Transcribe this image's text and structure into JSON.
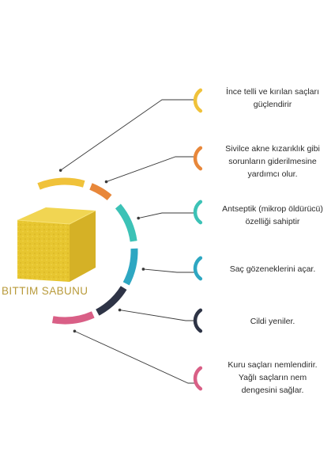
{
  "product": {
    "name": "BITTIM SABUNU",
    "soap_color": "#e7c630",
    "label_color": "#b89a3a"
  },
  "benefits": [
    {
      "text": "İnce telli ve kırılan saçları\ngüçlendirir",
      "color": "#f0c23a"
    },
    {
      "text": "Sivilce akne kızarıklık gibi\nsorunların giderilmesine\nyardımcı olur.",
      "color": "#e8873a"
    },
    {
      "text": "Antseptik (mikrop öldürücü)\nözelliği sahiptir",
      "color": "#3cc2b6"
    },
    {
      "text": "Saç gözeneklerini açar.",
      "color": "#2ea7c2"
    },
    {
      "text": "Cildi yeniler.",
      "color": "#2e3446"
    },
    {
      "text": "Kuru saçları nemlendirir.\nYağlı saçların nem\ndengesini sağlar.",
      "color": "#d95f86"
    }
  ]
}
